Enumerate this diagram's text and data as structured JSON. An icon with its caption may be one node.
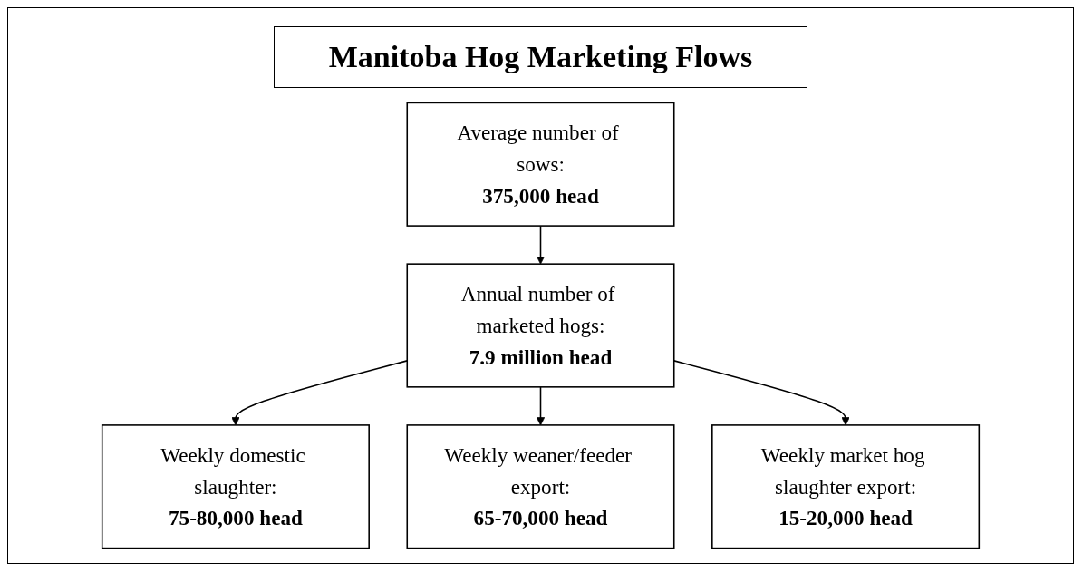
{
  "diagram": {
    "title": "Manitoba Hog Marketing Flows",
    "nodes": [
      {
        "text": [
          "Average number of sows:",
          "375,000 head"
        ]
      },
      {
        "text": [
          "Annual number of marketed hogs:",
          "7.9 million head"
        ]
      },
      {
        "text": [
          "Weekly domestic slaughter:",
          "75-80,000 head"
        ]
      },
      {
        "text": [
          "Weekly weaner/feeder export:",
          "65-70,000 head"
        ]
      },
      {
        "text": [
          "Weekly market hog slaughter export:",
          "15-20,000 head"
        ]
      }
    ],
    "edges": [
      {
        "from": 0,
        "to": 1,
        "arrow": "to"
      },
      {
        "from": 1,
        "to": 2,
        "arrow": "to"
      },
      {
        "from": 1,
        "to": 3,
        "arrow": "to"
      },
      {
        "from": 1,
        "to": 4,
        "arrow": "to"
      }
    ]
  }
}
